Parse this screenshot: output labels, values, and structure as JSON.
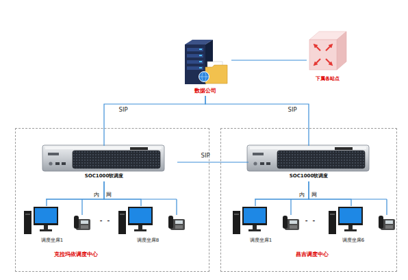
{
  "diagram": {
    "nodes": [
      {
        "text": [
          "数据公司"
        ]
      },
      {
        "text": [
          "下属各站点"
        ]
      },
      {
        "text": [
          "克拉玛依调度中心"
        ]
      },
      {
        "text": [
          "SOC1000软调度"
        ],
        "in": 2
      },
      {
        "text": [
          "调度坐席1"
        ],
        "in": 2
      },
      {
        "text": [
          "调度坐席8"
        ],
        "in": 2
      },
      {
        "text": [
          "昌吉调度中心"
        ]
      },
      {
        "text": [
          "SOC1000软调度"
        ],
        "in": 6
      },
      {
        "text": [
          "调度坐席1"
        ],
        "in": 6
      },
      {
        "text": [
          "调度坐席6"
        ],
        "in": 6
      }
    ],
    "edges": [
      {
        "from": 0,
        "to": 1,
        "arrow": "none"
      },
      {
        "from": 0,
        "to": 3,
        "label": "SIP",
        "arrow": "none"
      },
      {
        "from": 0,
        "to": 7,
        "label": "SIP",
        "arrow": "none"
      },
      {
        "from": 3,
        "to": 7,
        "label": "SIP",
        "arrow": "none"
      },
      {
        "from": 3,
        "to": 4,
        "arrow": "none"
      },
      {
        "from": 3,
        "to": 5,
        "arrow": "none"
      },
      {
        "from": 7,
        "to": 8,
        "arrow": "none"
      },
      {
        "from": 7,
        "to": 9,
        "arrow": "none"
      }
    ],
    "labels": [
      "内 网",
      "- -",
      "内 网",
      "- -"
    ]
  }
}
